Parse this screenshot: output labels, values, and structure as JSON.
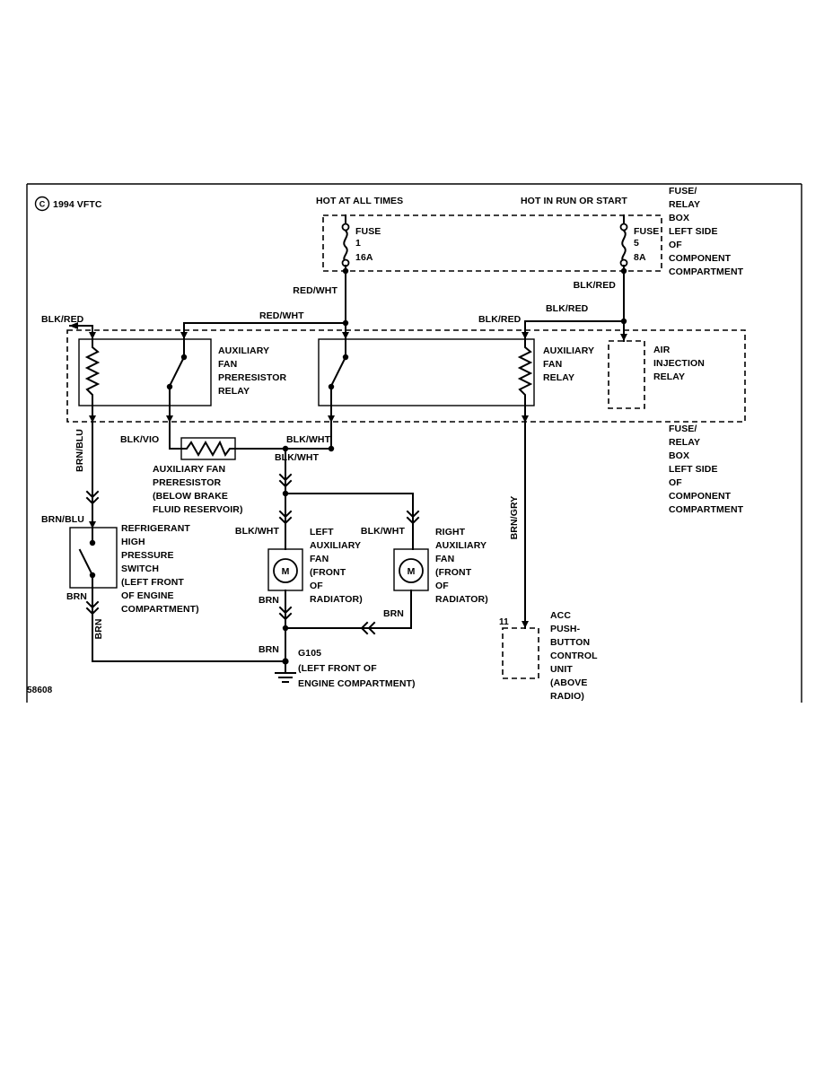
{
  "meta": {
    "copyright_symbol": "C",
    "copyright": "1994 VFTC",
    "doc_number": "58608"
  },
  "header": {
    "hot_left": "HOT AT ALL TIMES",
    "hot_right": "HOT IN RUN OR START"
  },
  "top_fuse_box": {
    "fuse1": {
      "label": "FUSE",
      "number": "1",
      "rating": "16A"
    },
    "fuse5": {
      "label": "FUSE",
      "number": "5",
      "rating": "8A"
    },
    "note_lines": [
      "FUSE/",
      "RELAY",
      "BOX",
      "LEFT SIDE",
      "OF",
      "COMPONENT",
      "COMPARTMENT"
    ]
  },
  "relay_box": {
    "preresistor_relay_lines": [
      "AUXILIARY",
      "FAN",
      "PRERESISTOR",
      "RELAY"
    ],
    "fan_relay_lines": [
      "AUXILIARY",
      "FAN",
      "RELAY"
    ],
    "air_injection_relay_lines": [
      "AIR",
      "INJECTION",
      "RELAY"
    ],
    "note_lines": [
      "FUSE/",
      "RELAY",
      "BOX",
      "LEFT SIDE",
      "OF",
      "COMPONENT",
      "COMPARTMENT"
    ]
  },
  "wire_labels": {
    "red_wht": "RED/WHT",
    "blk_red": "BLK/RED",
    "brn_blu": "BRN/BLU",
    "blk_vio": "BLK/VIO",
    "blk_wht": "BLK/WHT",
    "brn": "BRN",
    "brn_gry": "BRN/GRY"
  },
  "components": {
    "preresistor_lines": [
      "AUXILIARY FAN",
      "PRERESISTOR",
      "(BELOW BRAKE",
      "FLUID RESERVOIR)"
    ],
    "pressure_switch_lines": [
      "REFRIGERANT",
      "HIGH",
      "PRESSURE",
      "SWITCH",
      "(LEFT FRONT",
      "OF ENGINE",
      "COMPARTMENT)"
    ],
    "left_fan_lines": [
      "LEFT",
      "AUXILIARY",
      "FAN",
      "(FRONT",
      "OF",
      "RADIATOR)"
    ],
    "right_fan_lines": [
      "RIGHT",
      "AUXILIARY",
      "FAN",
      "(FRONT",
      "OF",
      "RADIATOR)"
    ],
    "motor_letter": "M",
    "acc_unit": {
      "pin": "11",
      "lines": [
        "ACC",
        "PUSH-",
        "BUTTON",
        "CONTROL",
        "UNIT",
        "(ABOVE",
        "RADIO)"
      ]
    },
    "ground_lines": [
      "G105",
      "(LEFT FRONT OF",
      "ENGINE COMPARTMENT)"
    ]
  }
}
